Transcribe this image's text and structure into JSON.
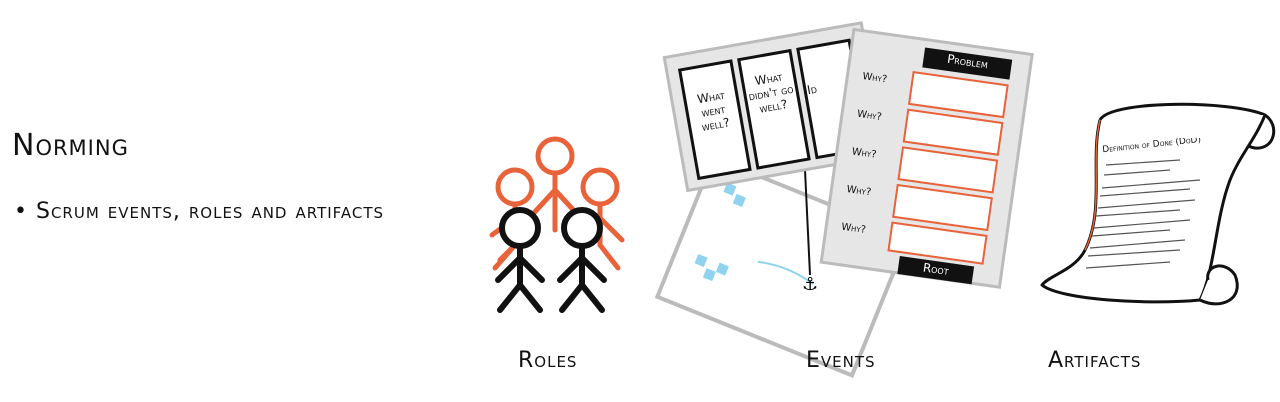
{
  "slide": {
    "title": "Norming",
    "bullet": "Scrum events, roles and artifacts"
  },
  "captions": {
    "roles": "Roles",
    "events": "Events",
    "artifacts": "Artifacts"
  },
  "events_image": {
    "retro_columns": [
      "What went well?",
      "What didn't go well?",
      "Id"
    ],
    "problem_label": "Problem",
    "root_label": "Root",
    "why_labels": [
      "Why?",
      "Why?",
      "Why?",
      "Why?",
      "Why?"
    ]
  },
  "artifacts_image": {
    "scroll_title": "Definition of Done (DoD)"
  },
  "colors": {
    "orange": "#e8623a",
    "black": "#111111",
    "sticky_blue": "#8fd3ef",
    "panel_gray": "#e6e6e6"
  }
}
